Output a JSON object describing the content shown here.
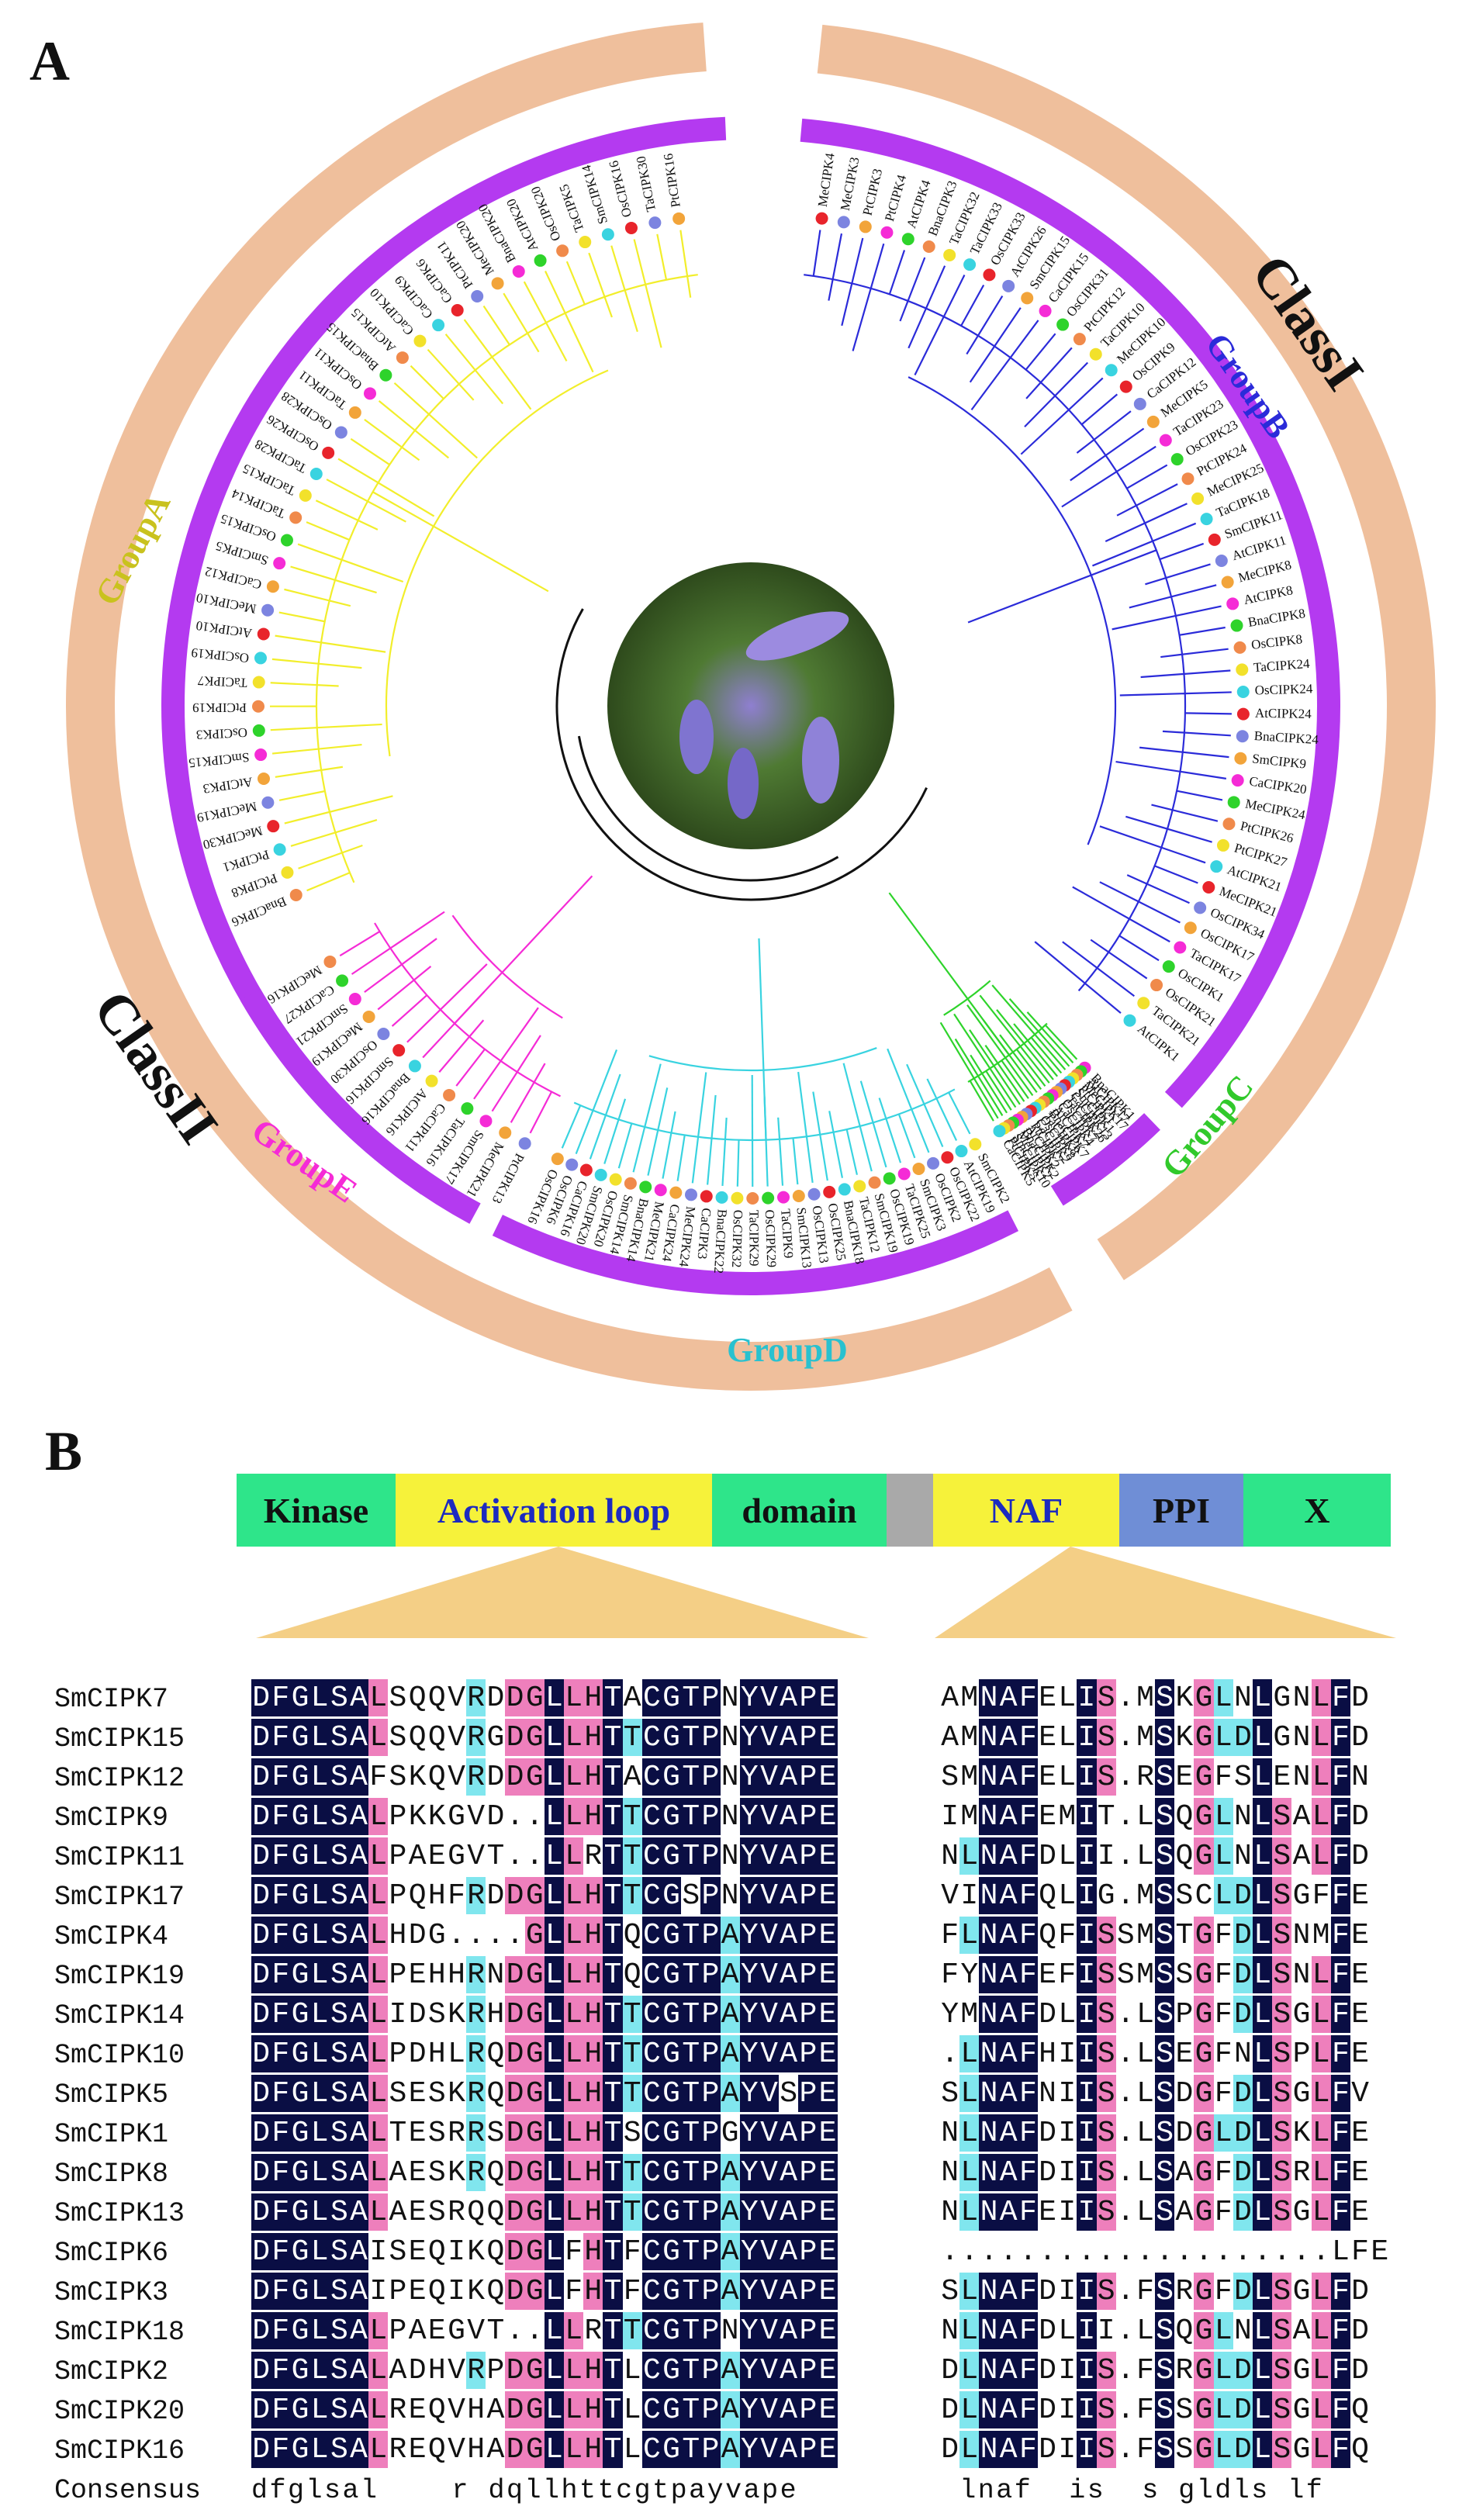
{
  "panel_a_label": "A",
  "panel_b_label": "B",
  "center_image": "plant-photo",
  "tree": {
    "classes": [
      {
        "label": "ClassI",
        "color": "#efbf9c"
      },
      {
        "label": "ClassII",
        "color": "#efbf9c"
      }
    ],
    "groups": [
      {
        "label": "GroupA",
        "color": "#c9c21e",
        "branch_color": "#f2ee2b"
      },
      {
        "label": "GroupB",
        "color": "#2b2bd9",
        "branch_color": "#2b2bd9"
      },
      {
        "label": "GroupC",
        "color": "#31c92b",
        "branch_color": "#2ed32b"
      },
      {
        "label": "GroupD",
        "color": "#29c1cf",
        "branch_color": "#39d3e0"
      },
      {
        "label": "GroupE",
        "color": "#f52bd6",
        "branch_color": "#f52bd6"
      }
    ],
    "group_ring_color": "#b43af0",
    "leaves": {
      "A": [
        "BnaCIPK6",
        "PtCIPK8",
        "PtCIPK1",
        "MeCIPK30",
        "MeCIPK19",
        "AtCIPK3",
        "SmCIPK15",
        "OsCIPK3",
        "PtCIPK19",
        "TaCIPK7",
        "OsCIPK19",
        "AtCIPK10",
        "MeCIPK10",
        "CaCIPK12",
        "SmCIPK5",
        "OsCIPK15",
        "TaCIPK14",
        "TaCIPK15",
        "TaCIPK28",
        "OsCIPK26",
        "OsCIPK28",
        "TaCIPK11",
        "OsCIPK11",
        "BnaCIPK15",
        "AtCIPK15",
        "CaCIPK10",
        "CaCIPK9",
        "CaCIPK6",
        "PtCIPK11",
        "MeCIPK20",
        "BnaCIPK20",
        "AtCIPK20",
        "OsCIPK20",
        "TaCIPK5",
        "SmCIPK14",
        "OsCIPK16",
        "TaCIPK30",
        "PtCIPK16"
      ],
      "B": [
        "MeCIPK4",
        "MeCIPK3",
        "PtCIPK3",
        "PtCIPK4",
        "AtCIPK4",
        "BnaCIPK3",
        "TaCIPK32",
        "TaCIPK33",
        "OsCIPK33",
        "AtCIPK26",
        "SmCIPK15",
        "CaCIPK15",
        "OsCIPK31",
        "PtCIPK12",
        "TaCIPK10",
        "MeCIPK10",
        "OsCIPK9",
        "CaCIPK12",
        "MeCIPK5",
        "TaCIPK23",
        "OsCIPK23",
        "PtCIPK24",
        "MeCIPK25",
        "TaCIPK18",
        "SmCIPK11",
        "AtCIPK11",
        "MeCIPK8",
        "AtCIPK8",
        "BnaCIPK8",
        "OsCIPK8",
        "TaCIPK24",
        "OsCIPK24",
        "AtCIPK24",
        "BnaCIPK24",
        "SmCIPK9",
        "CaCIPK20",
        "MeCIPK24",
        "PtCIPK26",
        "PtCIPK27",
        "AtCIPK21",
        "MeCIPK21",
        "OsCIPK34",
        "OsCIPK17",
        "TaCIPK17",
        "OsCIPK1",
        "OsCIPK21",
        "TaCIPK21",
        "AtCIPK1"
      ],
      "C": [
        "BnaCIPK1",
        "AtCIPK17",
        "MeCIPK17",
        "PtCIPK1",
        "SmCIPK1",
        "CaCIPK13",
        "TaCIPK26",
        "OsCIPK7",
        "CaCIPK4",
        "AtCIPK7",
        "BnaCIPK7",
        "TaCIPK8",
        "OsCIPK8",
        "CaCIPK2",
        "PtCIPK7",
        "AtCIPK2",
        "BnaCIPK2",
        "MeCIPK2",
        "SmCIPK10",
        "PtCIPK5",
        "CaCIPK5"
      ],
      "D": [
        "SmCIPK2",
        "AtCIPK19",
        "OsCIPK22",
        "OsCIPK2",
        "SmCIPK3",
        "TaCIPK25",
        "OsCIPK19",
        "SmCIPK19",
        "TaCIPK12",
        "BnaCIPK18",
        "OsCIPK25",
        "OsCIPK13",
        "SmCIPK13",
        "TaCIPK9",
        "OsCIPK29",
        "TaCIPK29",
        "OsCIPK32",
        "BnaCIPK22",
        "CaCIPK3",
        "MeCIPK24",
        "CaCIPK24",
        "MeCIPK21",
        "BnaCIPK14",
        "SmCIPK14",
        "OsCIPK20",
        "SmCIPK20",
        "CaCIPK16",
        "OsCIPK6",
        "OsCIPK16"
      ],
      "E": [
        "PtCIPK13",
        "MeCIPK21",
        "SmCIPK17",
        "TaCIPK16",
        "CaCIPK11",
        "AtCIPK16",
        "BnaCIPK16",
        "SmCIPK16",
        "OsCIPK30",
        "MeCIPK19",
        "SmCIPK21",
        "CaCIPK27",
        "MeCIPK16"
      ]
    }
  },
  "domain_bar": [
    {
      "label": "Kinase",
      "bg": "#2ee58a",
      "fg": "#111111"
    },
    {
      "label": "Activation loop",
      "bg": "#f6f23a",
      "fg": "#1c2ac0"
    },
    {
      "label": "domain",
      "bg": "#2ee58a",
      "fg": "#111111"
    },
    {
      "label": "",
      "bg": "#a9a9a9",
      "fg": "#111111"
    },
    {
      "label": "NAF",
      "bg": "#f6f23a",
      "fg": "#1c2ac0"
    },
    {
      "label": "PPI",
      "bg": "#6f8ed6",
      "fg": "#111111"
    },
    {
      "label": "X",
      "bg": "#2ee58a",
      "fg": "#111111"
    }
  ],
  "alignment": {
    "rows": [
      {
        "name": "SmCIPK7",
        "seq1": "DFGLSALSQQVRDDGLLHTACGTPNYVAPE",
        "seq2": "AMNAFELIS.MSKGLNLGNLFD"
      },
      {
        "name": "SmCIPK15",
        "seq1": "DFGLSALSQQVRGDGLLHTTCGTPNYVAPE",
        "seq2": "AMNAFELIS.MSKGLDLGNLFD"
      },
      {
        "name": "SmCIPK12",
        "seq1": "DFGLSAFSKQVRDDGLLHTACGTPNYVAPE",
        "seq2": "SMNAFELIS.RSEGFSLENLFN"
      },
      {
        "name": "SmCIPK9",
        "seq1": "DFGLSALPKKGVD..LLHTTCGTPNYVAPE",
        "seq2": "IMNAFEMIT.LSQGLNLSALFD"
      },
      {
        "name": "SmCIPK11",
        "seq1": "DFGLSALPAEGVT..LLRTTCGTPNYVAPE",
        "seq2": "NLNAFDLII.LSQGLNLSALFD"
      },
      {
        "name": "SmCIPK17",
        "seq1": "DFGLSALPQHFRDDGLLHTTCGSPNYVAPE",
        "seq2": "VINAFQLIG.MSSCLDLSGFFE"
      },
      {
        "name": "SmCIPK4",
        "seq1": "DFGLSALHDG....GLLHTQCGTPAYVAPE",
        "seq2": "FLNAFQFISSMSTGFDLSNMFE"
      },
      {
        "name": "SmCIPK19",
        "seq1": "DFGLSALPEHHRNDGLLHTQCGTPAYVAPE",
        "seq2": "FYNAFEFISSMSSGFDLSNLFE"
      },
      {
        "name": "SmCIPK14",
        "seq1": "DFGLSALIDSKRHDGLLHTTCGTPAYVAPE",
        "seq2": "YMNAFDLIS.LSPGFDLSGLFE"
      },
      {
        "name": "SmCIPK10",
        "seq1": "DFGLSALPDHLRQDGLLHTTCGTPAYVAPE",
        "seq2": ".LNAFHIIS.LSEGFNLSPLFE"
      },
      {
        "name": "SmCIPK5",
        "seq1": "DFGLSALSESKRQDGLLHTTCGTPAYVSPE",
        "seq2": "SLNAFNIIS.LSDGFDLSGLFV"
      },
      {
        "name": "SmCIPK1",
        "seq1": "DFGLSALTESRRSDGLLHTSCGTPGYVAPE",
        "seq2": "NLNAFDIIS.LSDGLDLSKLFE"
      },
      {
        "name": "SmCIPK8",
        "seq1": "DFGLSALAESKRQDGLLHTTCGTPAYVAPE",
        "seq2": "NLNAFDIIS.LSAGFDLSRLFE"
      },
      {
        "name": "SmCIPK13",
        "seq1": "DFGLSALAESRQQDGLLHTTCGTPAYVAPE",
        "seq2": "NLNAFEIIS.LSAGFDLSGLFE"
      },
      {
        "name": "SmCIPK6",
        "seq1": "DFGLSAISEQIKQDGLFHTFCGTPAYVAPE",
        "seq2": "....................LFE"
      },
      {
        "name": "SmCIPK3",
        "seq1": "DFGLSAIPEQIKQDGLFHTFCGTPAYVAPE",
        "seq2": "SLNAFDIIS.FSRGFDLSGLFD"
      },
      {
        "name": "SmCIPK18",
        "seq1": "DFGLSALPAEGVT..LLRTTCGTPNYVAPE",
        "seq2": "NLNAFDLII.LSQGLNLSALFD"
      },
      {
        "name": "SmCIPK2",
        "seq1": "DFGLSALADHVRPDGLLHTLCGTPAYVAPE",
        "seq2": "DLNAFDIIS.FSRGLDLSGLFD"
      },
      {
        "name": "SmCIPK20",
        "seq1": "DFGLSALREQVHADGLLHTLCGTPAYVAPE",
        "seq2": "DLNAFDIIS.FSSGLDLSGLFQ"
      },
      {
        "name": "SmCIPK16",
        "seq1": "DFGLSALREQVHADGLLHTLCGTPAYVAPE",
        "seq2": "DLNAFDIIS.FSSGLDLSGLFQ"
      }
    ],
    "consensus_label": "Consensus",
    "consensus1": "dfglsal    r dqllhttcgtpayvape",
    "consensus2": "lnaf  is  s gldls lf",
    "colors": {
      "dark": "#0a0e44",
      "pink": "#ee7fbc",
      "cyan": "#80e6ee",
      "triangle": "#f4cf86"
    }
  }
}
